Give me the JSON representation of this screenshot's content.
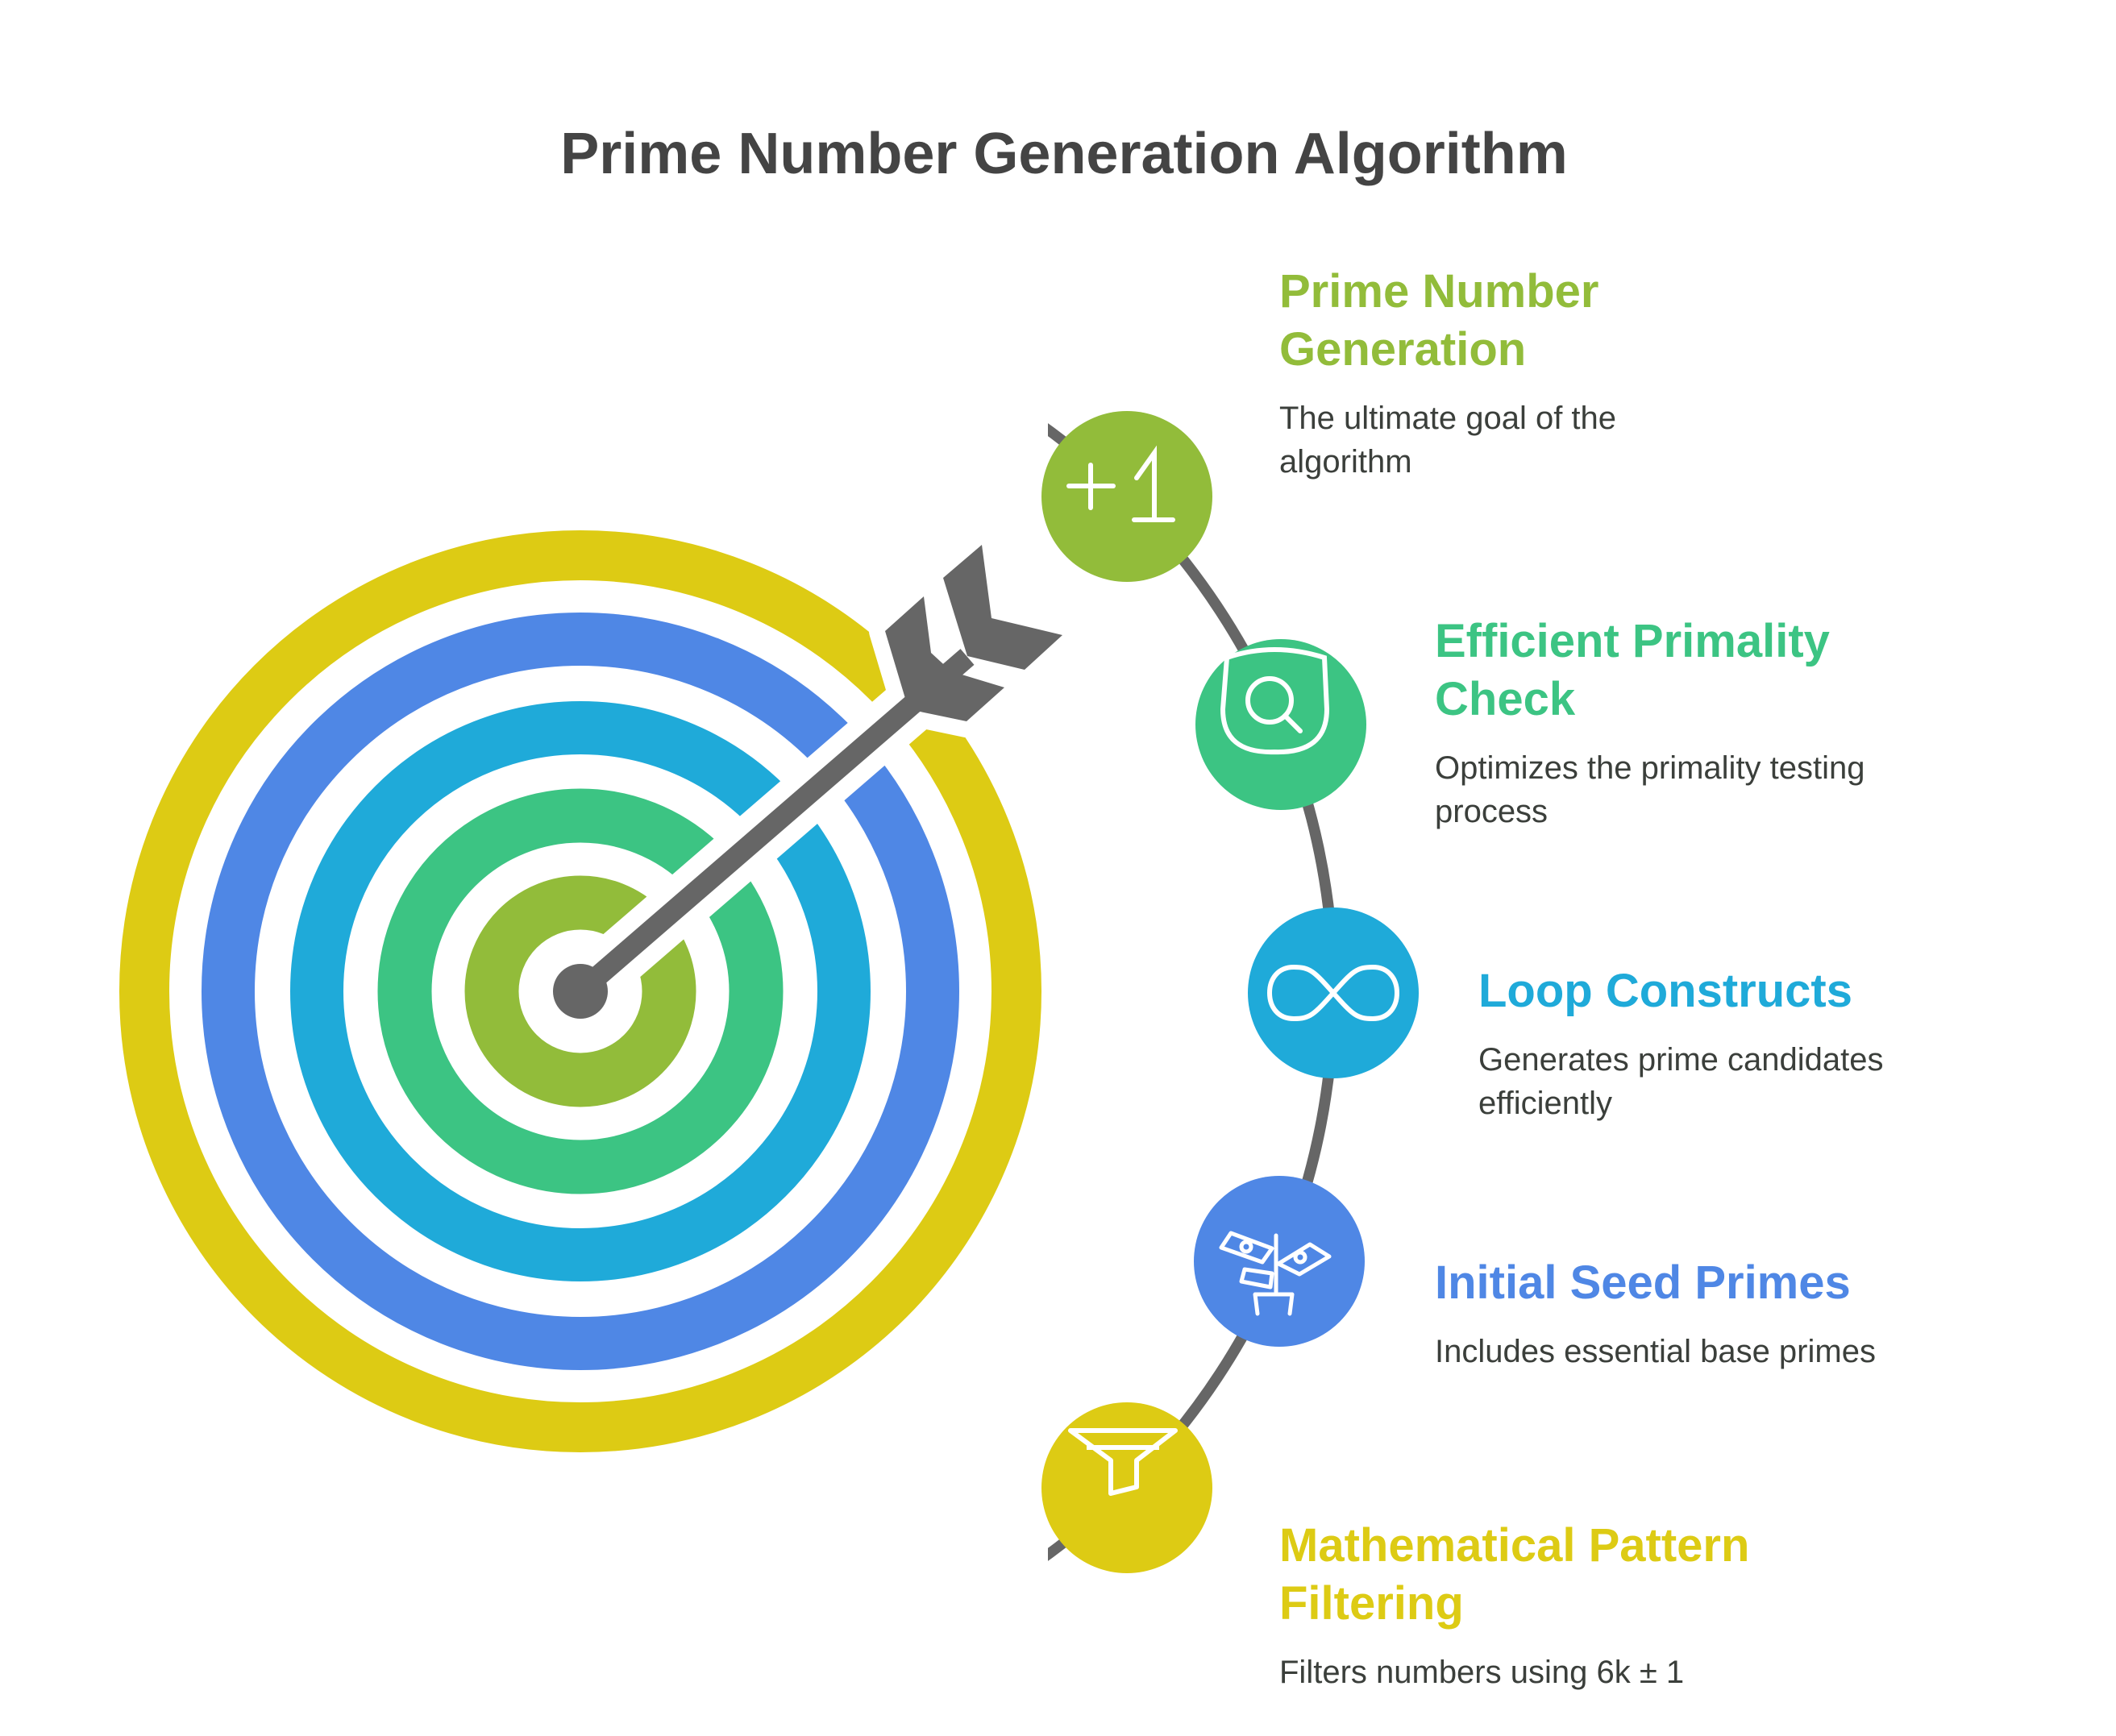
{
  "title": "Prime Number Generation Algorithm",
  "colors": {
    "lime": "#92BC3A",
    "green": "#3CC483",
    "cyan": "#1FAAD9",
    "blue": "#4F87E5",
    "yellow": "#DDCB14",
    "gray": "#666666"
  },
  "steps": [
    {
      "heading_lines": [
        "Prime Number",
        "Generation"
      ],
      "description_lines": [
        "The ultimate goal of the",
        "algorithm"
      ],
      "icon": "plus-one-icon",
      "color": "#92BC3A"
    },
    {
      "heading_lines": [
        "Efficient Primality",
        "Check"
      ],
      "description_lines": [
        "Optimizes the primality testing",
        "process"
      ],
      "icon": "shield-search-icon",
      "color": "#3CC483"
    },
    {
      "heading_lines": [
        "Loop Constructs"
      ],
      "description_lines": [
        "Generates prime candidates",
        "efficiently"
      ],
      "icon": "infinity-icon",
      "color": "#1FAAD9"
    },
    {
      "heading_lines": [
        "Initial Seed Primes"
      ],
      "description_lines": [
        "Includes essential base primes"
      ],
      "icon": "plant-money-icon",
      "color": "#4F87E5"
    },
    {
      "heading_lines": [
        "Mathematical Pattern",
        "Filtering"
      ],
      "description_lines": [
        "Filters numbers using 6k ± 1"
      ],
      "icon": "funnel-icon",
      "color": "#DDCB14"
    }
  ]
}
